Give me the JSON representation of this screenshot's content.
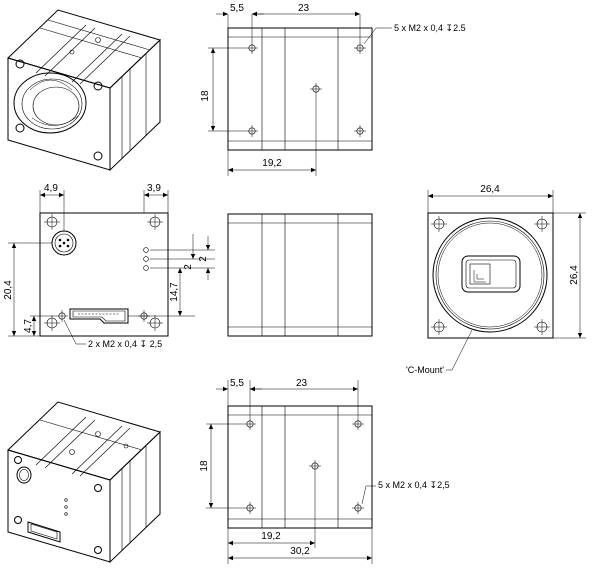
{
  "drawing": {
    "top_view": {
      "dims": {
        "left_offset": "5,5",
        "width": "23",
        "height": "18",
        "bottom_span": "19,2"
      },
      "note": "5 x  M2  x 0,4 ↧2.5"
    },
    "rear_view": {
      "dims": {
        "top_left": "4,9",
        "top_right": "3,9",
        "height_total": "20,4",
        "height_low": "4,7",
        "height_mid": "14,7",
        "led_pitch_1": "2",
        "led_pitch_2": "2"
      },
      "note": "2 x  M2  x 0,4 ↧ 2,5"
    },
    "front_view": {
      "dims": {
        "width": "26,4",
        "height": "26,4"
      },
      "mount_label": "'C-Mount'"
    },
    "bottom_view": {
      "dims": {
        "left_offset": "5,5",
        "width": "23",
        "height": "18",
        "inner_span": "19,2",
        "total_length": "30,2"
      },
      "note": "5 x  M2  x 0,4 ↧2,5"
    }
  }
}
